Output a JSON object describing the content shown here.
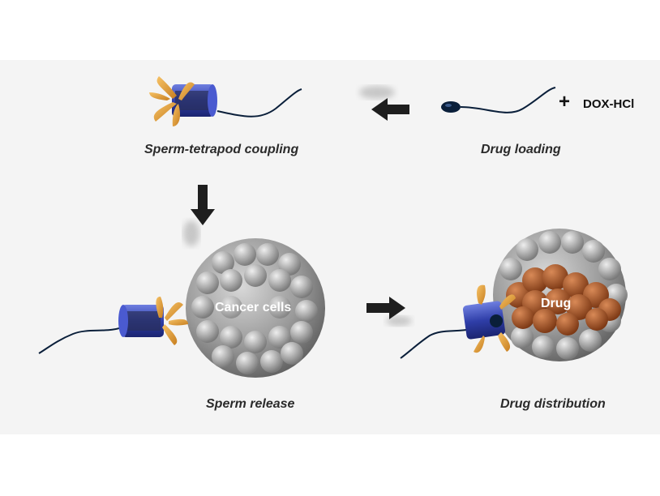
{
  "captions": {
    "coupling": "Sperm-tetrapod coupling",
    "loading": "Drug loading",
    "release": "Sperm release",
    "distribution": "Drug distribution"
  },
  "reagent": {
    "plus": "+",
    "name": "DOX-HCl"
  },
  "sphere_labels": {
    "cancer": "Cancer cells",
    "drug": "Drug"
  },
  "colors": {
    "tetrapod_arm": "#e8a43a",
    "tube": "#3a4bb5",
    "sperm": "#0a1f3a",
    "cells": "#9a9a9a",
    "drug": "#b35f2c",
    "arrow": "#1e1e1e"
  }
}
